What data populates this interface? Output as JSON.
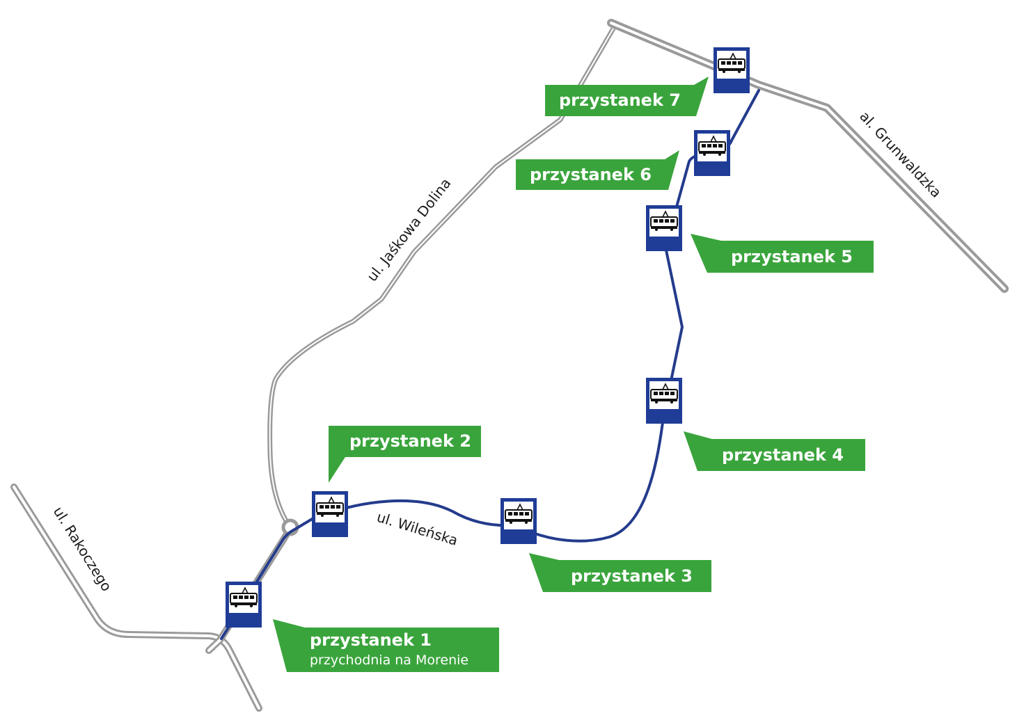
{
  "colors": {
    "route": "#243b8c",
    "sign_blue": "#1f3c96",
    "label_green": "#3aa43c",
    "road_gray": "#9a9a9a"
  },
  "icons": {
    "stop_sign": "tram-stop-icon"
  },
  "streets": {
    "jaskowa": "ul. Jaśkowa Dolina",
    "grunwaldzka": "al. Grunwaldzka",
    "rakoczego": "ul. Rakoczego",
    "wilenska": "ul. Wileńska"
  },
  "stops": [
    {
      "label": "przystanek 1",
      "sublabel": "przychodnia na Morenie"
    },
    {
      "label": "przystanek 2"
    },
    {
      "label": "przystanek 3"
    },
    {
      "label": "przystanek 4"
    },
    {
      "label": "przystanek 5"
    },
    {
      "label": "przystanek 6"
    },
    {
      "label": "przystanek 7"
    }
  ]
}
